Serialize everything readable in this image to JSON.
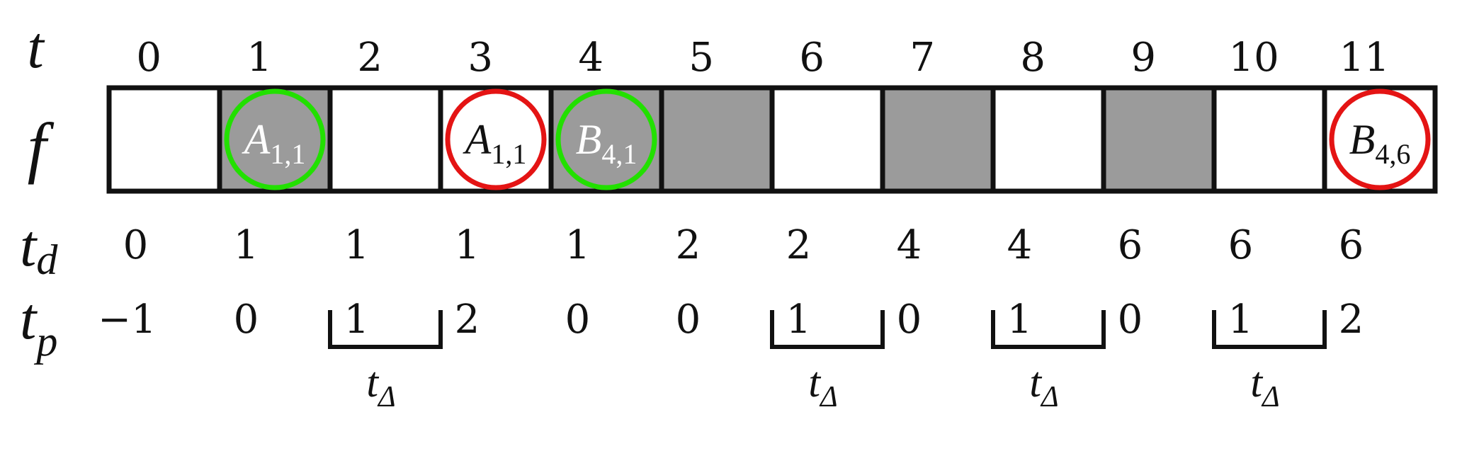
{
  "row_labels": {
    "t": "t",
    "f": "f",
    "td_base": "t",
    "td_sub": "d",
    "tp_base": "t",
    "tp_sub": "p"
  },
  "t_values": [
    "0",
    "1",
    "2",
    "3",
    "4",
    "5",
    "6",
    "7",
    "8",
    "9",
    "10",
    "11"
  ],
  "cells": [
    {
      "shaded": false
    },
    {
      "shaded": true,
      "label": "A",
      "sub": "1,1",
      "ring": "green"
    },
    {
      "shaded": false
    },
    {
      "shaded": false,
      "label": "A",
      "sub": "1,1",
      "ring": "red"
    },
    {
      "shaded": true,
      "label": "B",
      "sub": "4,1",
      "ring": "green"
    },
    {
      "shaded": true
    },
    {
      "shaded": false
    },
    {
      "shaded": true
    },
    {
      "shaded": false
    },
    {
      "shaded": true
    },
    {
      "shaded": false
    },
    {
      "shaded": false,
      "label": "B",
      "sub": "4,6",
      "ring": "red"
    }
  ],
  "td_values": [
    "0",
    "1",
    "1",
    "1",
    "1",
    "2",
    "2",
    "4",
    "4",
    "6",
    "6",
    "6"
  ],
  "tp_values": [
    "−1",
    "0",
    "1",
    "2",
    "0",
    "0",
    "1",
    "0",
    "1",
    "0",
    "1",
    "2"
  ],
  "brackets": [
    {
      "cell": 2,
      "label": "t",
      "sub": "Δ"
    },
    {
      "cell": 6,
      "label": "t",
      "sub": "Δ"
    },
    {
      "cell": 8,
      "label": "t",
      "sub": "Δ"
    },
    {
      "cell": 10,
      "label": "t",
      "sub": "Δ"
    }
  ],
  "colors": {
    "shade": "#9b9b9b",
    "border": "#111111",
    "green": "#22e000",
    "red": "#e41414",
    "text": "#111111"
  }
}
